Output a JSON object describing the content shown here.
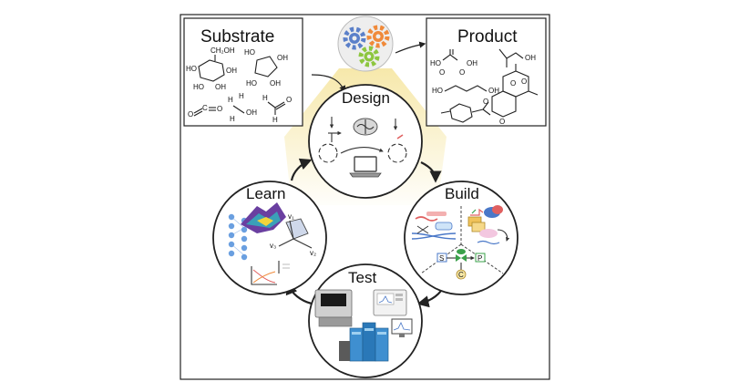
{
  "boxes": {
    "substrate": "Substrate",
    "product": "Product"
  },
  "stages": {
    "design": "Design",
    "build": "Build",
    "test": "Test",
    "learn": "Learn"
  },
  "substrate_atoms": {
    "ch2oh": "CH₂OH",
    "oh": "OH",
    "ho": "HO",
    "o": "O",
    "c": "C",
    "h": "H"
  },
  "product_atoms": {
    "o": "O",
    "ho": "HO",
    "oh": "OH"
  },
  "learn_vectors": {
    "v1": "v₁",
    "v2": "v₂",
    "v3": "v₃"
  },
  "build_circuit": {
    "s": "S",
    "p": "P",
    "c": "C"
  },
  "colors": {
    "highlight": "#f6e7a6",
    "gear_blue": "#5b80c9",
    "gear_green": "#8dc63f",
    "gear_orange": "#f08a3a",
    "protein_red": "#e06060",
    "protein_blue": "#4a78c8",
    "protein_yellow": "#f0c25a",
    "instrument_blue": "#3f8fd0",
    "surface_purple": "#6a3fa0",
    "nn_blue": "#6a9fe0"
  },
  "icons": [
    "gears-icon",
    "brain-icon",
    "laptop-icon",
    "neural-network-icon",
    "surface-plot-icon",
    "vector-space-icon",
    "dna-icon",
    "enzyme-icon",
    "sequencer-icon",
    "hplc-icon",
    "spectrometer-icon"
  ]
}
